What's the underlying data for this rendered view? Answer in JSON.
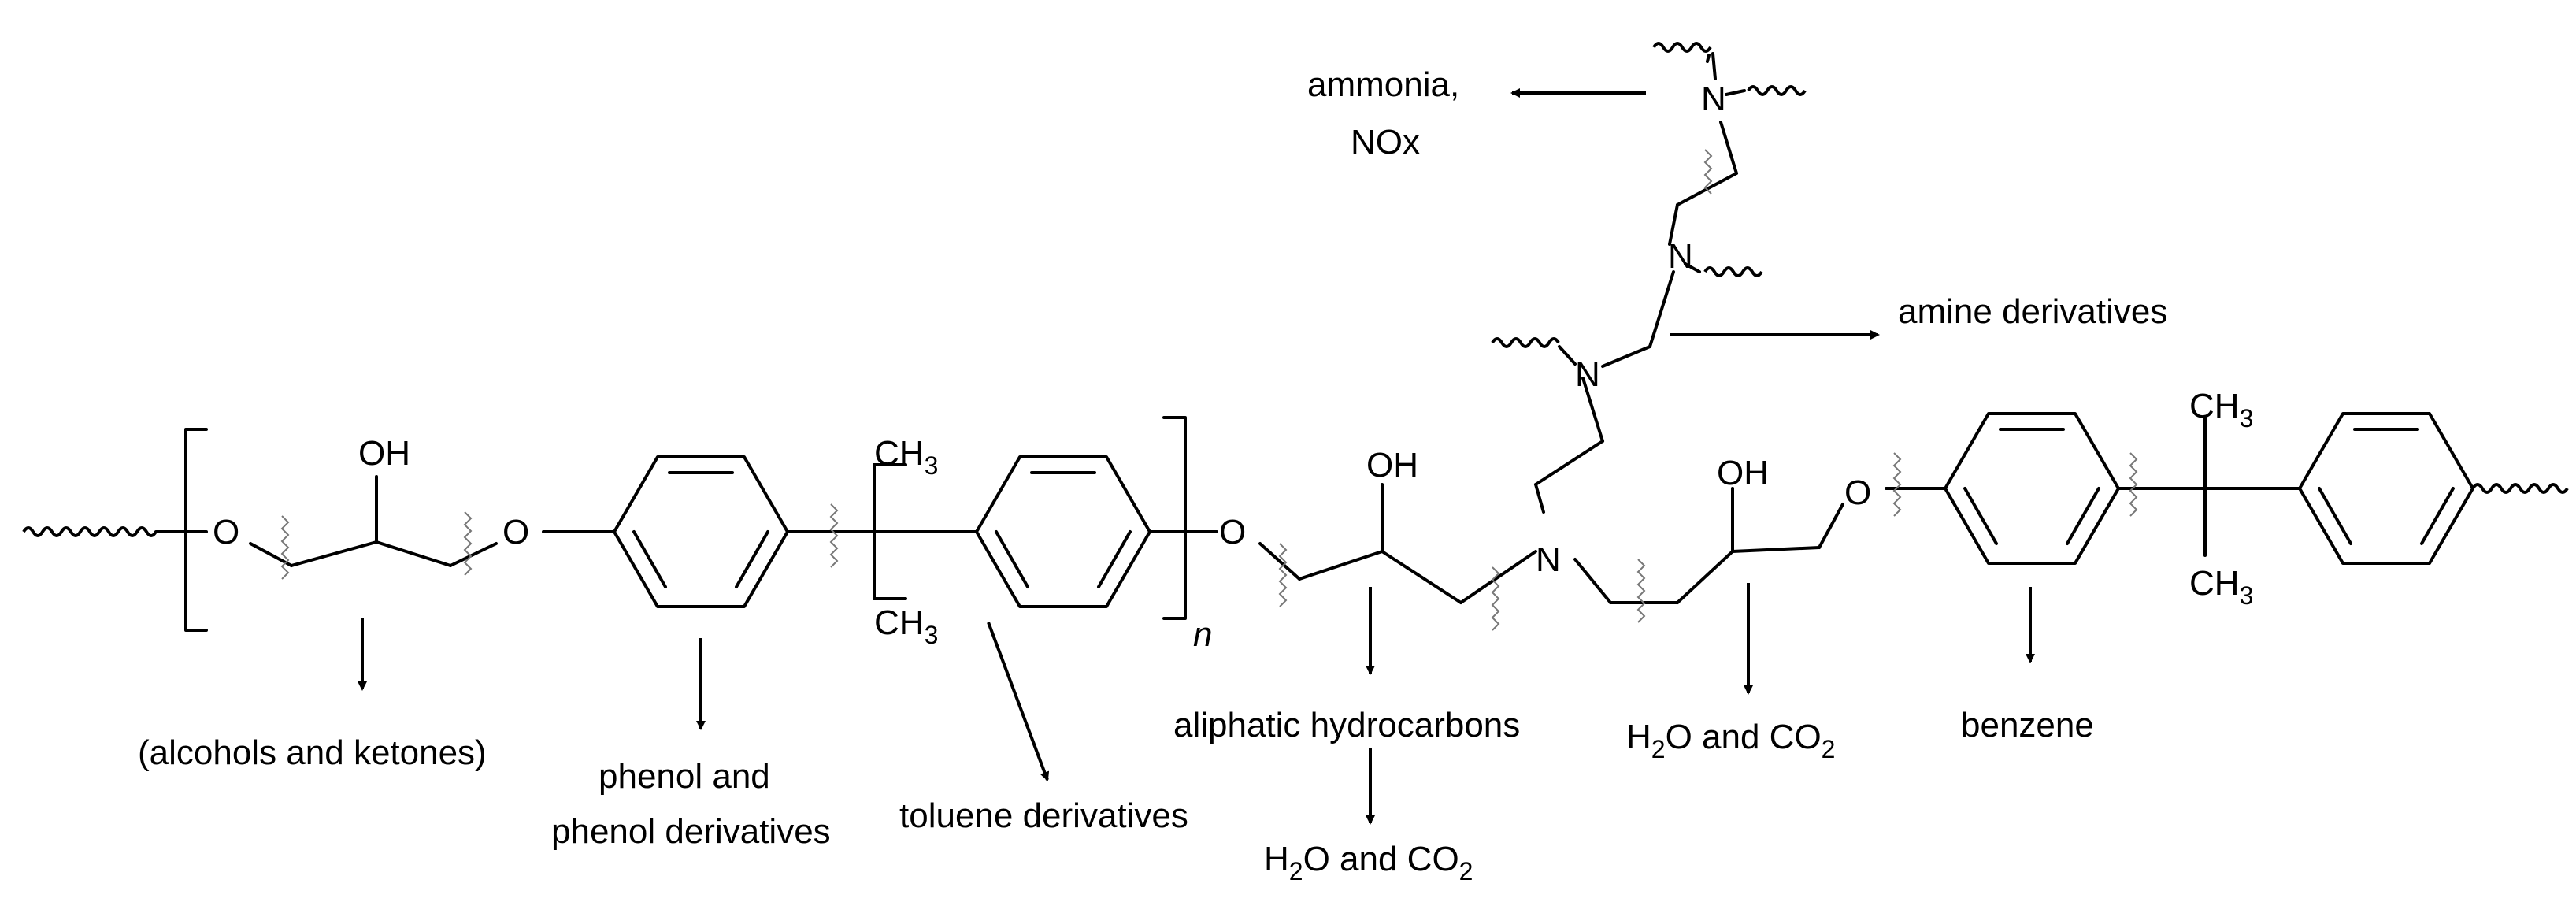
{
  "atoms": {
    "O": "O",
    "OH": "OH",
    "N": "N",
    "CH": "CH",
    "three": "3",
    "n": "n"
  },
  "labels": {
    "ammonia": "ammonia,",
    "nox": "NOx",
    "amine_derivatives": "amine derivatives",
    "alcohols_ketones": "(alcohols and ketones)",
    "phenol_line1": "phenol and",
    "phenol_line2": "phenol derivatives",
    "toluene": "toluene derivatives",
    "aliphatic": "aliphatic hydrocarbons",
    "h2o_co2": {
      "h": "H",
      "two": "2",
      "o_and": "O  and  CO"
    },
    "benzene": "benzene"
  }
}
